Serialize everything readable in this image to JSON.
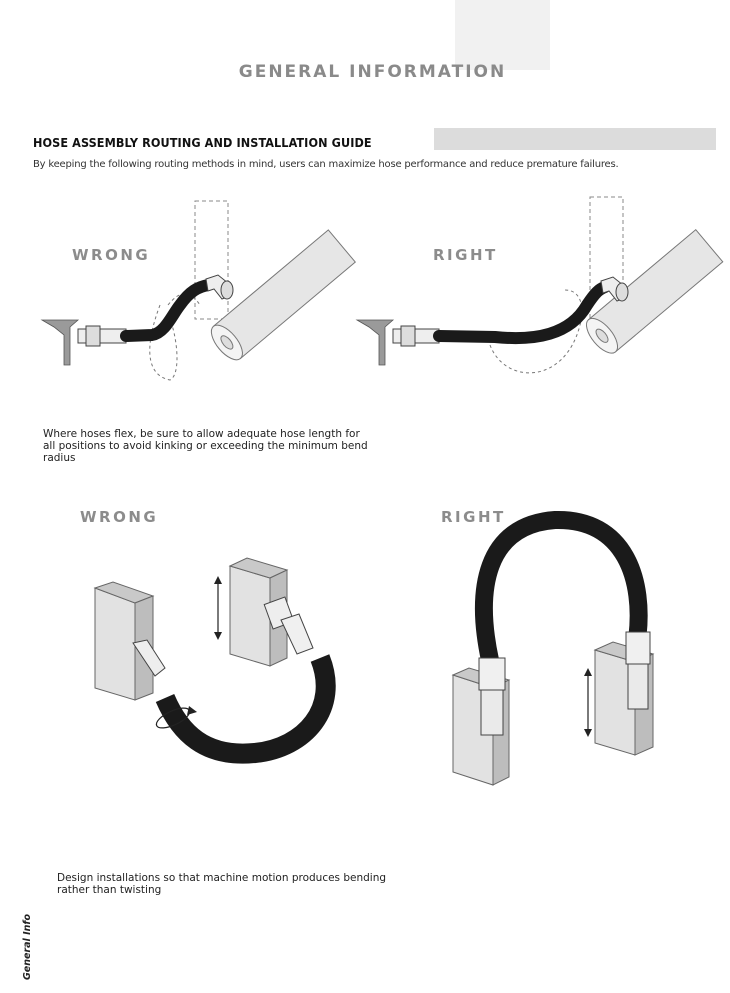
{
  "header": {
    "title": "GENERAL INFORMATION"
  },
  "section": {
    "title": "HOSE ASSEMBLY ROUTING AND INSTALLATION GUIDE",
    "intro": "By keeping the following routing methods in mind, users can maximize hose performance and reduce premature failures."
  },
  "example_1": {
    "wrong_label": "WRONG",
    "right_label": "RIGHT",
    "caption_lines": [
      "Where hoses flex, be sure to allow adequate hose length for",
      "all positions to avoid kinking or exceeding the minimum bend",
      "radius"
    ]
  },
  "example_2": {
    "wrong_label": "WRONG",
    "right_label": "RIGHT",
    "caption_lines": [
      "Design installations so that machine motion produces bending",
      "rather than twisting"
    ]
  },
  "side_tab": {
    "label": "General Info"
  },
  "colors": {
    "hose": "#1a1a1a",
    "label_gray": "#8c8c8c",
    "bar_gray": "#dcdcdc"
  }
}
